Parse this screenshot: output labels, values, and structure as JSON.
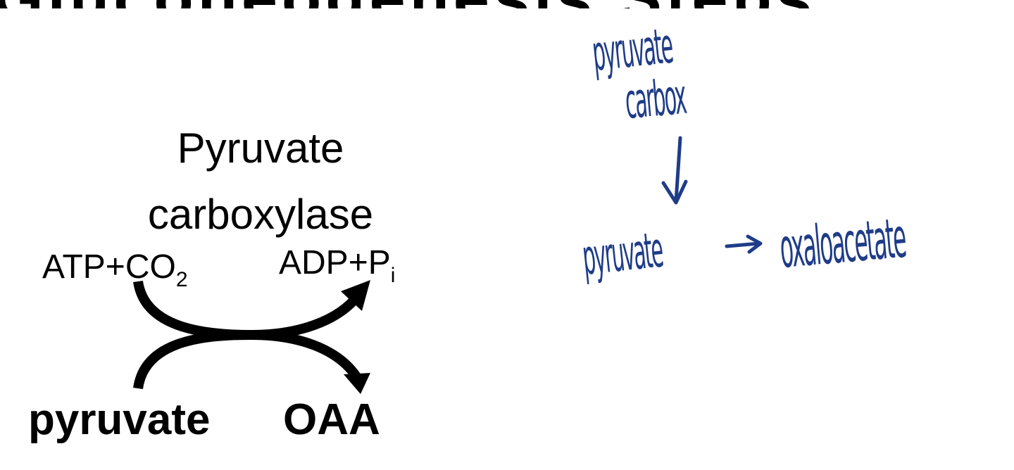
{
  "heading": {
    "text": "Gluconeogenesis Steps"
  },
  "reaction": {
    "enzyme_line1": "Pyruvate",
    "enzyme_line2": "carboxylase",
    "cofactor_in_main": "ATP+CO",
    "cofactor_in_sub": "2",
    "cofactor_out_main": "ADP+P",
    "cofactor_out_sub": "i",
    "substrate": "pyruvate",
    "product": "OAA"
  },
  "notes": {
    "enzyme_line1": "pyruvate",
    "enzyme_line2": "carbox",
    "substrate": "pyruvate",
    "product": "oxaloacetate",
    "ink_color": "#1f3c88"
  }
}
